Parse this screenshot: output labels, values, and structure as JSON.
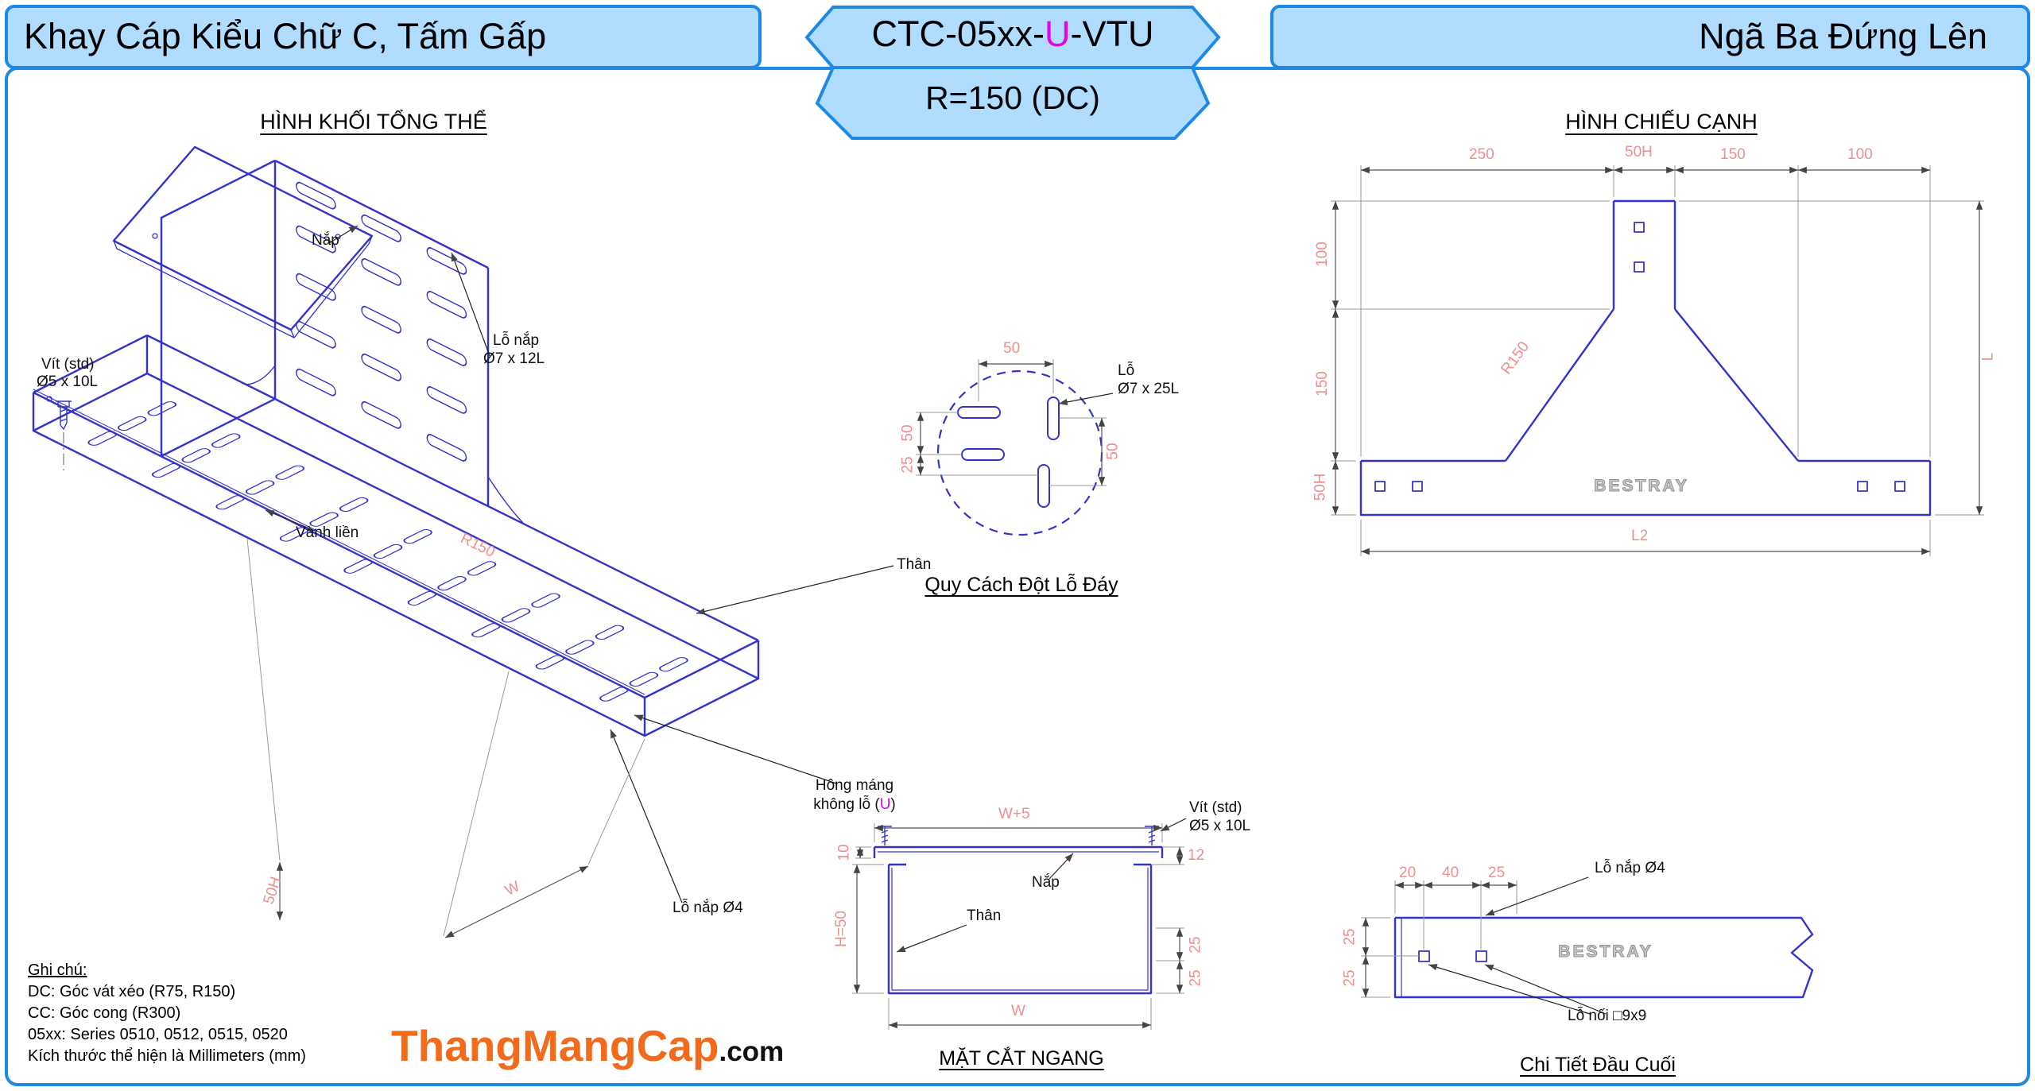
{
  "header": {
    "left_title": "Khay Cáp Kiểu Chữ C, Tấm Gấp",
    "code_prefix": "CTC-05xx-",
    "code_highlight": "U",
    "code_suffix": "-VTU",
    "code_sub": "R=150 (DC)",
    "right_title": "Ngã Ba Đứng Lên"
  },
  "iso": {
    "title": "HÌNH KHỐI TỔNG THỂ",
    "labels": {
      "nap": "Nắp",
      "vit1": "Vít (std)",
      "vit2": "Ø5 x 10L",
      "lonap1": "Lỗ nắp",
      "lonap2": "Ø7 x 12L",
      "vanh": "Vành liền",
      "r150": "R150",
      "than": "Thân",
      "hong1": "Hông máng",
      "hong2a": "không lỗ (",
      "hong_u": "U",
      "hong2b": ")",
      "lonap4": "Lỗ nắp Ø4"
    },
    "dims": {
      "h50": "50H",
      "w": "W"
    }
  },
  "punch": {
    "title": "Quy Cách Đột Lỗ Đáy",
    "dim_top": "50",
    "dim_left1": "50",
    "dim_left2": "25",
    "dim_right": "50",
    "hole1": "Lỗ",
    "hole2": "Ø7 x 25L"
  },
  "side": {
    "title": "HÌNH CHIẾU CẠNH",
    "d250": "250",
    "d50h_top": "50H",
    "d150_top": "150",
    "d100_top": "100",
    "l100": "100",
    "l150": "150",
    "l50h": "50H",
    "r150": "R150",
    "L": "L",
    "L2": "L2",
    "brand": "BESTRAY"
  },
  "cross": {
    "title": "MẶT CẮT NGANG",
    "w5": "W+5",
    "d10": "10",
    "d12": "12",
    "h50": "H=50",
    "d25a": "25",
    "d25b": "25",
    "w": "W",
    "vit1": "Vít (std)",
    "vit2": "Ø5 x 10L",
    "nap": "Nắp",
    "than": "Thân"
  },
  "end": {
    "title": "Chi Tiết Đầu Cuối",
    "d20": "20",
    "d40": "40",
    "d25": "25",
    "l25a": "25",
    "l25b": "25",
    "lo_nap": "Lỗ nắp Ø4",
    "lo_noi": "Lỗ nối □9x9",
    "brand": "BESTRAY"
  },
  "notes": {
    "heading": "Ghi chú:",
    "lines": [
      "DC: Góc vát xéo (R75, R150)",
      "CC: Góc cong (R300)",
      "05xx: Series 0510, 0512, 0515, 0520",
      "Kích thước thể hiện là Millimeters (mm)"
    ]
  },
  "logo": {
    "main": "ThangMangCap",
    "suffix": ".com"
  },
  "colors": {
    "line_blue": "#3333cc",
    "border_blue": "#1e88e5",
    "panel_blue": "#b0ddff",
    "dim_pink": "#ee8f8f",
    "magenta": "#ea00ea",
    "orange": "#f26a1b"
  }
}
